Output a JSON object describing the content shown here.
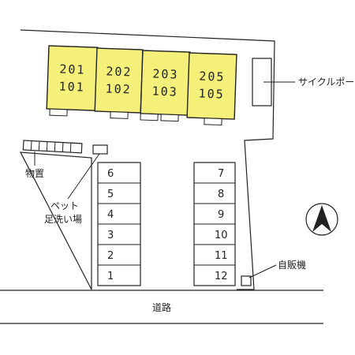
{
  "buildings": [
    {
      "upper": "201",
      "lower": "101"
    },
    {
      "upper": "202",
      "lower": "102"
    },
    {
      "upper": "203",
      "lower": "103"
    },
    {
      "upper": "205",
      "lower": "105"
    }
  ],
  "parking_left": [
    "6",
    "5",
    "4",
    "3",
    "2",
    "1"
  ],
  "parking_right": [
    "7",
    "8",
    "9",
    "10",
    "11",
    "12"
  ],
  "labels": {
    "bicycle_port": "サイクルポート",
    "storage": "物置",
    "pet_wash_line1": "ペット",
    "pet_wash_line2": "足洗い場",
    "vending": "自販機",
    "road": "道路"
  },
  "colors": {
    "building_fill": "#f5f07a",
    "line": "#222222"
  }
}
